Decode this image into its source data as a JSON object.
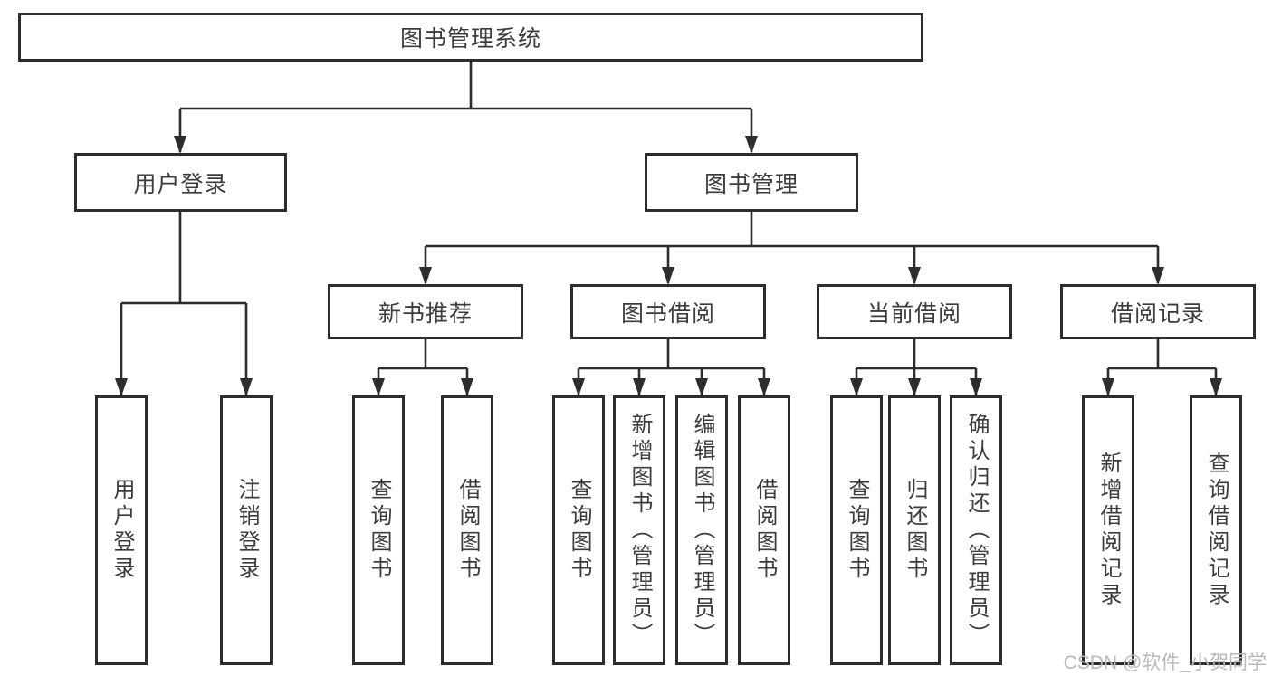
{
  "diagram_title": "图书管理系统",
  "watermark": "CSDN @软件_小贺同学",
  "colors": {
    "line": "#2d2d2d",
    "text": "#3c3c3c",
    "background": "#ffffff",
    "watermark": "#b9b9b9"
  },
  "tree": {
    "root": "图书管理系统",
    "branches": {
      "user_login": {
        "label": "用户登录",
        "children": {
          "login": "用户登录",
          "logout": "注销登录"
        }
      },
      "book_management": {
        "label": "图书管理",
        "children": {
          "new_book_recommend": {
            "label": "新书推荐",
            "children": {
              "query_books": "查询图书",
              "borrow_books": "借阅图书"
            }
          },
          "book_borrowing": {
            "label": "图书借阅",
            "children": {
              "query_books": "查询图书",
              "add_books_admin": "新增图书（管理员）",
              "edit_books_admin": "编辑图书（管理员）",
              "borrow_books": "借阅图书"
            }
          },
          "current_borrowing": {
            "label": "当前借阅",
            "children": {
              "query_books": "查询图书",
              "return_books": "归还图书",
              "confirm_return_admin": "确认归还（管理员）"
            }
          },
          "borrowing_records": {
            "label": "借阅记录",
            "children": {
              "add_borrow_record": "新增借阅记录",
              "query_borrow_record": "查询借阅记录"
            }
          }
        }
      }
    }
  }
}
